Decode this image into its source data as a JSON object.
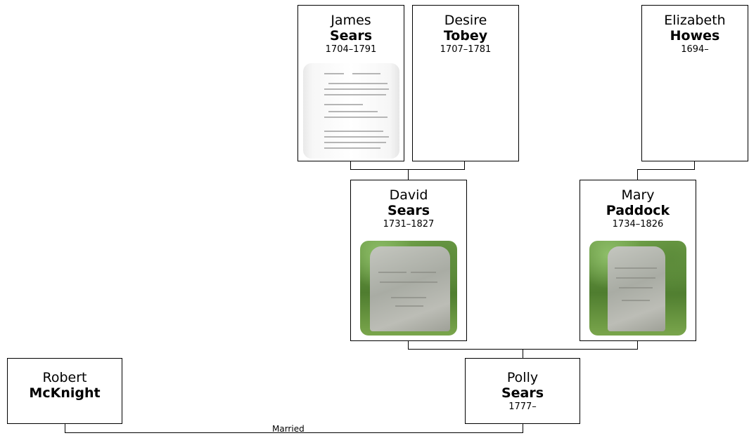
{
  "people": {
    "james": {
      "given": "James",
      "surname": "Sears",
      "years": "1704–1791"
    },
    "desire": {
      "given": "Desire",
      "surname": "Tobey",
      "years": "1707–1781"
    },
    "elizabeth": {
      "given": "Elizabeth",
      "surname": "Howes",
      "years": "1694–"
    },
    "david": {
      "given": "David",
      "surname": "Sears",
      "years": "1731–1827"
    },
    "mary": {
      "given": "Mary",
      "surname": "Paddock",
      "years": "1734–1826"
    },
    "robert": {
      "given": "Robert",
      "surname": "McKnight",
      "years": ""
    },
    "polly": {
      "given": "Polly",
      "surname": "Sears",
      "years": "1777–"
    }
  },
  "relationship": {
    "label": "Married"
  }
}
